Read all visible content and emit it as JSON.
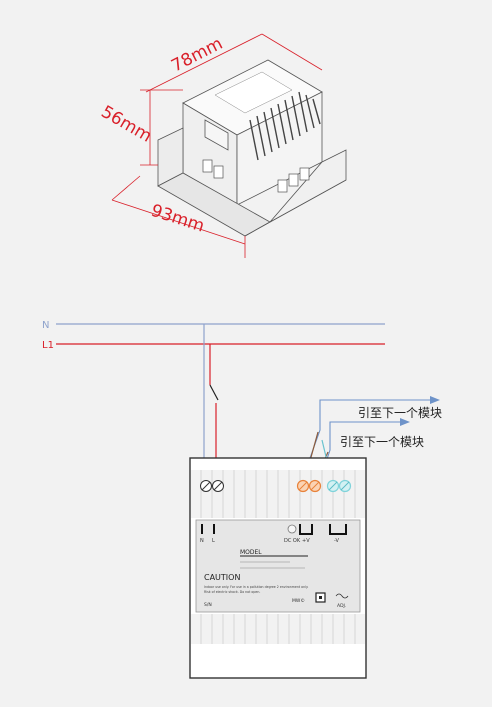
{
  "dimensions": {
    "width_label": "78mm",
    "height_label": "56mm",
    "depth_label": "93mm",
    "color": "#d9202a"
  },
  "wiring": {
    "n_label": "N",
    "l1_label": "L1",
    "n_color": "#8fa3cc",
    "l1_color": "#d9202a",
    "output_note_1": "引至下一个模块",
    "output_note_2": "引至下一个模块",
    "arrow_color": "#6e93c9"
  },
  "device": {
    "terminal_n": "N",
    "terminal_l": "L",
    "dc_ok": "DC OK",
    "plus_v": "+V",
    "minus_v": "-V",
    "model_heading": "MODEL",
    "caution_heading": "CAUTION",
    "caution_line_1": "Indoor use only. For use in a pollution degree 2 environment only.",
    "caution_line_2": "Risk of electric shock. Do not open.",
    "sn_label": "S/N",
    "mw_label": "MW©",
    "adj_label": "ADJ."
  },
  "colors": {
    "terminal_orange": "#e8823a",
    "terminal_cyan": "#7fd3da",
    "wire_brown": "#8b5a3a",
    "wire_cyan": "#69c3cf"
  }
}
